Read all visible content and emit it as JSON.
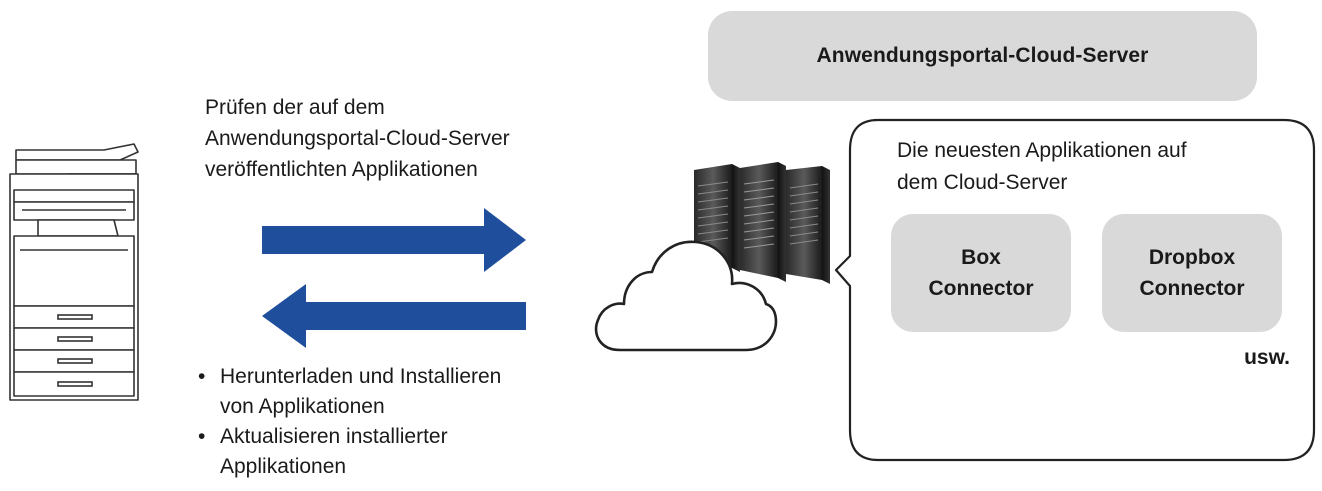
{
  "server_box": {
    "title": "Anwendungsportal-Cloud-Server"
  },
  "check_label": {
    "lines": [
      "Prüfen der auf dem",
      "Anwendungsportal-Cloud-Server",
      "veröffentlichten Applikationen"
    ]
  },
  "actions": {
    "bullet": "•",
    "items": [
      {
        "line1": "Herunterladen und Installieren",
        "line2": "von Applikationen"
      },
      {
        "line1": "Aktualisieren installierter",
        "line2": "Applikationen"
      }
    ]
  },
  "bubble": {
    "title_lines": [
      "Die neuesten Applikationen auf",
      "dem Cloud-Server"
    ],
    "apps": [
      {
        "line1": "Box",
        "line2": "Connector"
      },
      {
        "line1": "Dropbox",
        "line2": "Connector"
      }
    ],
    "more": "usw."
  },
  "colors": {
    "arrow": "#1f4e9c",
    "box_fill": "#d9d9d9",
    "outline": "#222222"
  },
  "icons": {
    "device": "multifunction-printer-icon",
    "cloud": "cloud-icon",
    "servers": "server-rack-icon"
  }
}
